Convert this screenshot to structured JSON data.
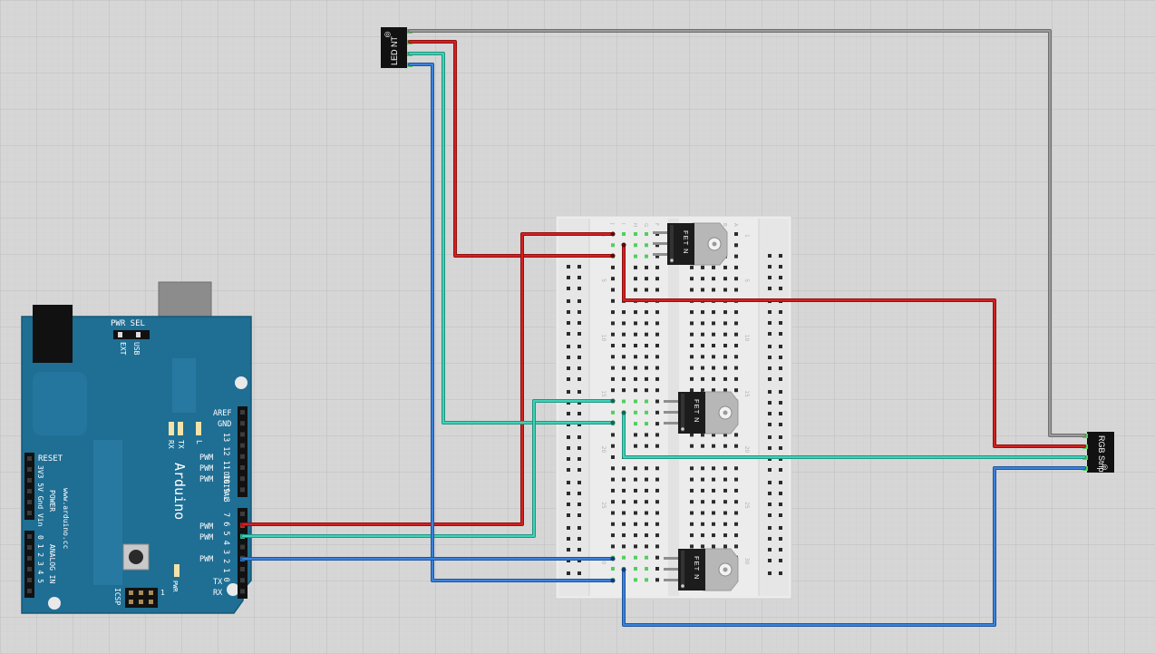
{
  "colors": {
    "canvas_bg": "#d6d6d6",
    "grid_major": "#c3c3c3",
    "grid_minor": "#cecece",
    "arduino_board": "#1f6e94",
    "arduino_edge": "#185a7a",
    "breadboard": "#ececec",
    "fet_body": "#1c1c1c",
    "fet_tab": "#b7b7b7",
    "wire_red": "#c21a1a",
    "wire_teal": "#2fc2a6",
    "wire_blue": "#2e72c8",
    "wire_gray": "#8a8a8a",
    "pin_green": "#4fd05f"
  },
  "arduino": {
    "brand": "Arduino",
    "website": "www.arduino.cc",
    "pwr_sel": "PWR SEL",
    "ext": "EXT",
    "usb": "USB",
    "reset": "RESET",
    "power": "POWER",
    "power_pins": "3V3 5V Gnd Vin",
    "analog_in": "ANALOG IN",
    "analog_pins": "0 1 2 3 4 5",
    "aref": "AREF",
    "gnd": "GND",
    "digital": "DIGITAL",
    "digital_high_pins": "13 12 11 10 9 8",
    "digital_low_pins": "7 6 5 4 3 2 1 0",
    "pwm": "PWM",
    "tx": "TX",
    "rx": "RX",
    "l": "L",
    "tx_pin": "TX",
    "rx_pin": "RX",
    "icsp": "ICSP",
    "icsp_num": "1",
    "pwr_led": "PWR"
  },
  "led_connector": {
    "label": "LED NT",
    "marker": "◎"
  },
  "rgb_connector": {
    "label": "RGB Strip",
    "marker": "◎"
  },
  "fets": [
    {
      "label": "FET N"
    },
    {
      "label": "FET N"
    },
    {
      "label": "FET N"
    }
  ],
  "breadboard": {
    "row_numbers": [
      "1",
      "5",
      "10",
      "15",
      "20",
      "25",
      "30"
    ],
    "col_letters_left": [
      "J",
      "I",
      "H",
      "G",
      "F"
    ],
    "col_letters_right": [
      "E",
      "D",
      "C",
      "B",
      "A"
    ]
  }
}
